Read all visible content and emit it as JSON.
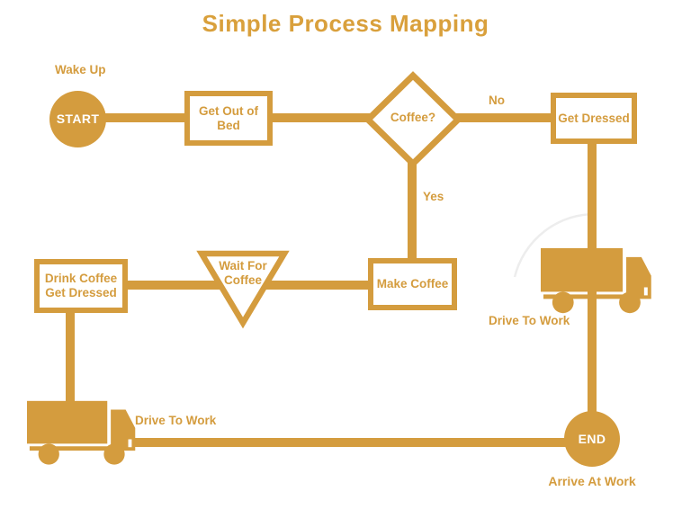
{
  "title": "Simple Process Mapping",
  "colors": {
    "accent": "#D49C3E",
    "title_text": "#D9A03C",
    "node_fill": "#FFFFFF",
    "terminal_text": "#FFFFFF",
    "background": "#FFFFFF"
  },
  "nodes": {
    "start": {
      "type": "terminal",
      "label": "START",
      "annotation": "Wake Up"
    },
    "get_out_of_bed": {
      "type": "process",
      "label": "Get Out of Bed"
    },
    "coffee_decision": {
      "type": "decision",
      "label": "Coffee?"
    },
    "get_dressed": {
      "type": "process",
      "label": "Get Dressed"
    },
    "make_coffee": {
      "type": "process",
      "label": "Make Coffee"
    },
    "wait_for_coffee": {
      "type": "delay",
      "label": "Wait For Coffee"
    },
    "drink_coffee_get_dressed": {
      "type": "process",
      "label": "Drink Coffee Get Dressed"
    },
    "end": {
      "type": "terminal",
      "label": "END",
      "annotation": "Arrive At Work"
    }
  },
  "edge_labels": {
    "no": "No",
    "yes": "Yes",
    "drive_to_work_right": "Drive To Work",
    "drive_to_work_bottom": "Drive To Work"
  }
}
